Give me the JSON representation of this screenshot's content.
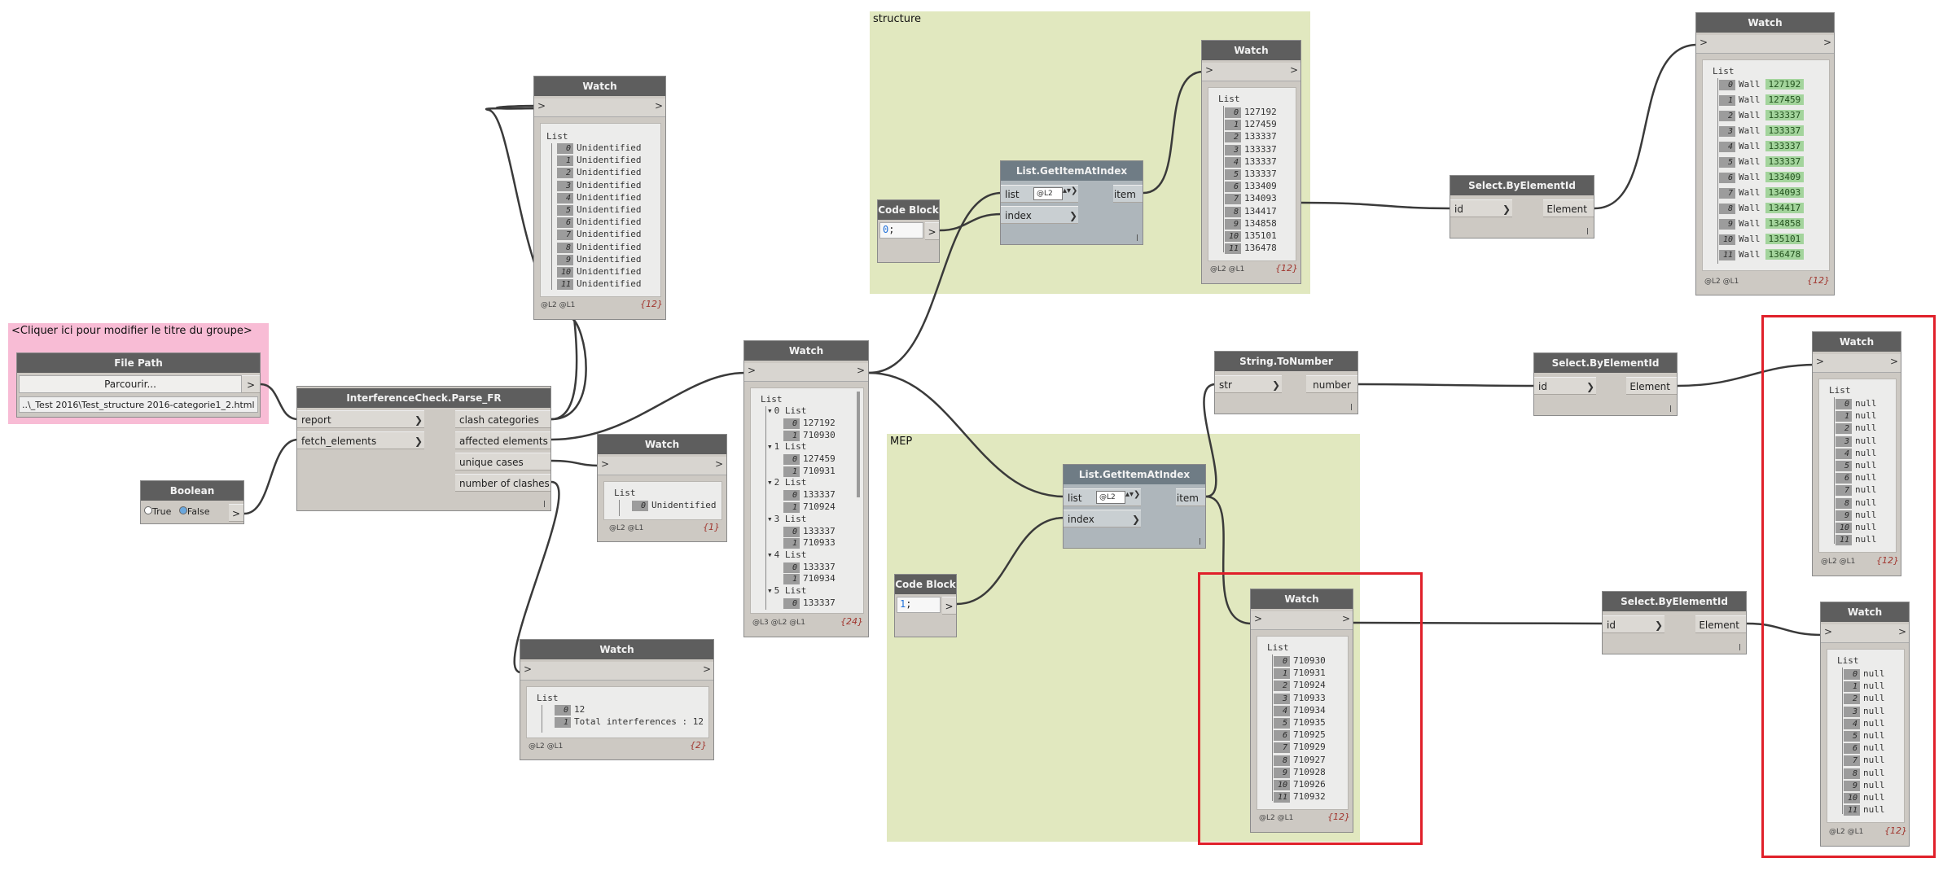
{
  "groups": {
    "structure": "structure",
    "mep": "MEP",
    "pink": "<Cliquer ici pour modifier le titre du groupe>"
  },
  "filepath": {
    "title": "File Path",
    "button": "Parcourir...",
    "value": "..\\_Test 2016\\Test_structure 2016-categorie1_2.html"
  },
  "boolean": {
    "title": "Boolean",
    "true_label": "True",
    "false_label": "False"
  },
  "parse": {
    "title": "InterferenceCheck.Parse_FR",
    "in_report": "report",
    "in_fetch": "fetch_elements",
    "out_clash": "clash categories",
    "out_affected": "affected elements",
    "out_unique": "unique cases",
    "out_number": "number of clashes"
  },
  "watch_common": {
    "title": "Watch",
    "list": "List",
    "chevron": ">"
  },
  "w_top": {
    "items": [
      "Unidentified",
      "Unidentified",
      "Unidentified",
      "Unidentified",
      "Unidentified",
      "Unidentified",
      "Unidentified",
      "Unidentified",
      "Unidentified",
      "Unidentified",
      "Unidentified",
      "Unidentified"
    ],
    "levels": "@L2 @L1",
    "count": "{12}"
  },
  "w_unique": {
    "items": [
      "Unidentified"
    ],
    "levels": "@L2 @L1",
    "count": "{1}"
  },
  "w_number": {
    "items": [
      "12",
      "Total interferences : 12"
    ],
    "levels": "@L2 @L1",
    "count": "{2}"
  },
  "w_mid": {
    "groups": [
      {
        "label": "0 List",
        "values": [
          "127192",
          "710930"
        ]
      },
      {
        "label": "1 List",
        "values": [
          "127459",
          "710931"
        ]
      },
      {
        "label": "2 List",
        "values": [
          "133337",
          "710924"
        ]
      },
      {
        "label": "3 List",
        "values": [
          "133337",
          "710933"
        ]
      },
      {
        "label": "4 List",
        "values": [
          "133337",
          "710934"
        ]
      },
      {
        "label": "5 List",
        "values": [
          "133337"
        ]
      }
    ],
    "levels": "@L3 @L2 @L1",
    "count": "{24}"
  },
  "codeblock_s": {
    "title": "Code Block",
    "code_num": "0",
    "code_rest": ";"
  },
  "codeblock_m": {
    "title": "Code Block",
    "code_num": "1",
    "code_rest": ";"
  },
  "getitem_s": {
    "title": "List.GetItemAtIndex",
    "in_list": "list",
    "in_index": "index",
    "lacing": "@L2",
    "out_item": "item"
  },
  "getitem_m": {
    "title": "List.GetItemAtIndex",
    "in_list": "list",
    "in_index": "index",
    "lacing": "@L2",
    "out_item": "item"
  },
  "w_struct": {
    "items": [
      "127192",
      "127459",
      "133337",
      "133337",
      "133337",
      "133337",
      "133409",
      "134093",
      "134417",
      "134858",
      "135101",
      "136478"
    ],
    "levels": "@L2 @L1",
    "count": "{12}"
  },
  "w_mep": {
    "items": [
      "710930",
      "710931",
      "710924",
      "710933",
      "710934",
      "710935",
      "710925",
      "710929",
      "710927",
      "710928",
      "710926",
      "710932"
    ],
    "levels": "@L2 @L1",
    "count": "{12}"
  },
  "sel_s": {
    "title": "Select.ByElementId",
    "in_id": "id",
    "out": "Element"
  },
  "sel_m1": {
    "title": "Select.ByElementId",
    "in_id": "id",
    "out": "Element"
  },
  "sel_m2": {
    "title": "Select.ByElementId",
    "in_id": "id",
    "out": "Element"
  },
  "str2num": {
    "title": "String.ToNumber",
    "in_str": "str",
    "out": "number"
  },
  "w_walls": {
    "prefix": "Wall",
    "items": [
      "127192",
      "127459",
      "133337",
      "133337",
      "133337",
      "133337",
      "133409",
      "134093",
      "134417",
      "134858",
      "135101",
      "136478"
    ],
    "levels": "@L2 @L1",
    "count": "{12}"
  },
  "w_null1": {
    "items": [
      "null",
      "null",
      "null",
      "null",
      "null",
      "null",
      "null",
      "null",
      "null",
      "null",
      "null",
      "null"
    ],
    "levels": "@L2 @L1",
    "count": "{12}"
  },
  "w_null2": {
    "items": [
      "null",
      "null",
      "null",
      "null",
      "null",
      "null",
      "null",
      "null",
      "null",
      "null",
      "null",
      "null"
    ],
    "levels": "@L2 @L1",
    "count": "{12}"
  }
}
